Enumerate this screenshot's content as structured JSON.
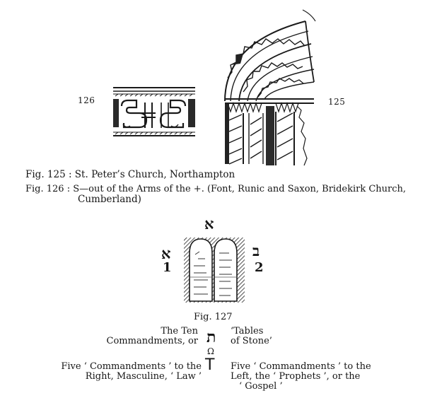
{
  "figures": {
    "fig125_number": "125",
    "fig126_number": "126",
    "caption_125": "Fig. 125 : St. Peter’s Church, Northampton",
    "caption_126_line1": "Fig. 126 : S—out of the Arms of the +. (Font, Runic and Saxon, Bridekirk Church,",
    "caption_126_line2": "Cumberland)",
    "fig127_caption": "Fig. 127"
  },
  "fig127": {
    "aleph_top": "א",
    "aleph_left": "א",
    "number_left": "1",
    "beth_right": "ב",
    "number_right": "2"
  },
  "legend": {
    "ten_commandments_line1": "The Ten",
    "ten_commandments_line2": "Commandments, or",
    "tav_glyph": "ת",
    "omega_glyph": "Ω",
    "tau_glyph": "T",
    "tables_line1": "‘Tables",
    "tables_line2": "of Stone’",
    "left_five_line1": "Five ‘ Commandments ’ to the",
    "left_five_line2": "Right, Masculine, ‘ Law ’",
    "right_five_line1": "Five ‘ Commandments ’ to the",
    "right_five_line2": "Left, the ‘ Prophets ’, or the",
    "right_five_line3": "‘ Gospel ’"
  }
}
